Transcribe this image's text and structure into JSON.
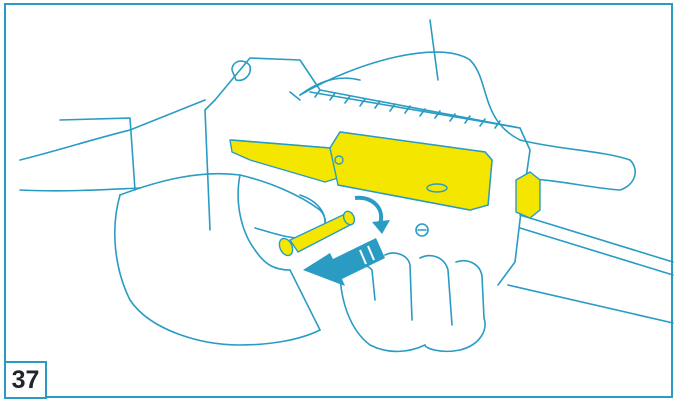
{
  "step_number": "37",
  "colors": {
    "frame": "#2a9cc4",
    "line_art": "#2a9cc4",
    "highlight_part": "#f5e600",
    "arrow_fill": "#2a9cc4",
    "background": "#ffffff",
    "step_text": "#20262b"
  },
  "parts": {
    "hands": "hands-illustration",
    "receiver": "receiver-illustration",
    "bolt_release": "highlighted-part",
    "pin": "trigger-pin",
    "rotation_arrow": "curved-arrow-icon",
    "removal_arrow": "pull-arrow-icon"
  }
}
